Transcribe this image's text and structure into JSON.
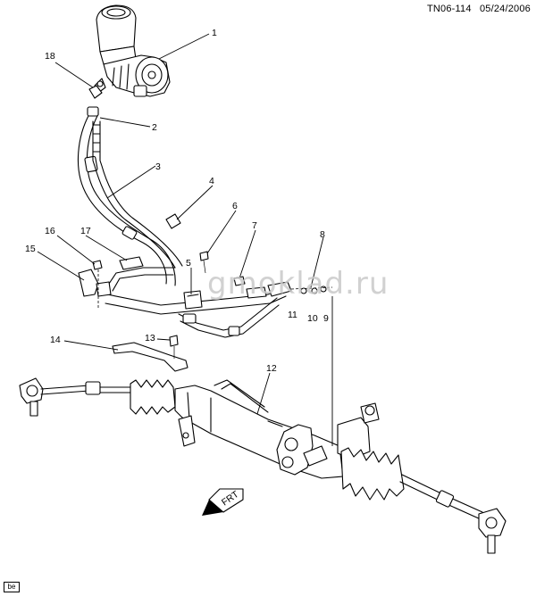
{
  "header": {
    "code": "TN06-114",
    "date": "05/24/2006"
  },
  "watermark": "gmoklad.ru",
  "corner_label": "be",
  "front_indicator": {
    "label": "FRT",
    "icon": "front-arrow-icon"
  },
  "callouts": [
    "1",
    "2",
    "3",
    "4",
    "5",
    "6",
    "7",
    "8",
    "9",
    "10",
    "11",
    "12",
    "13",
    "14",
    "15",
    "16",
    "17",
    "18"
  ]
}
